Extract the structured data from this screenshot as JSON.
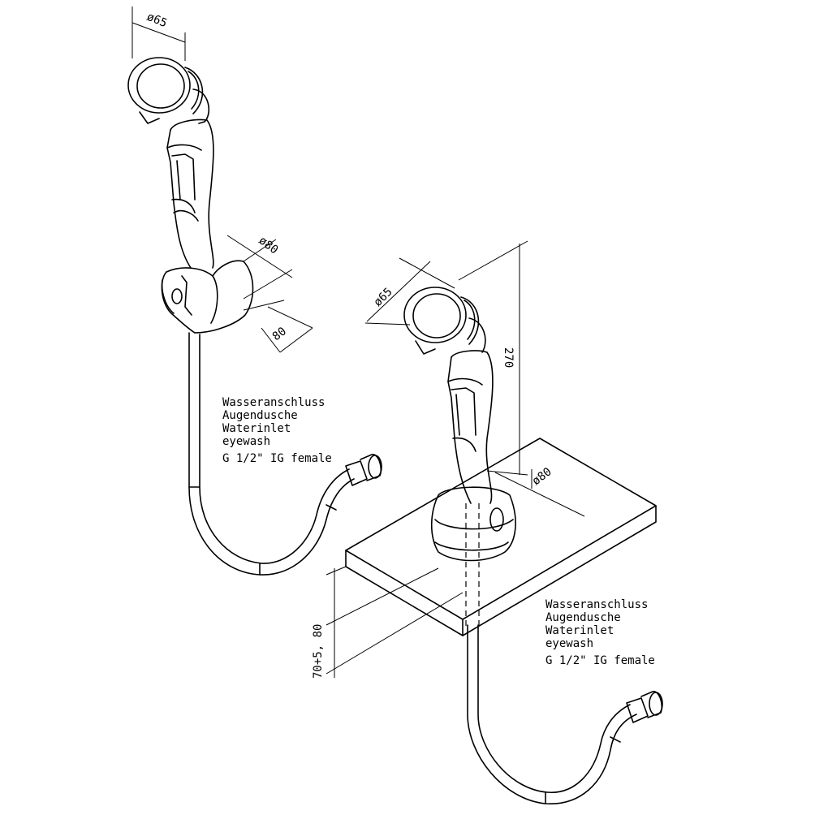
{
  "dimensions": {
    "left_head_diameter": "ø65",
    "left_holder_diameter": "ø80",
    "left_holder_depth": "80",
    "right_head_diameter": "ø65",
    "right_height": "270",
    "right_base_diameter": "ø80",
    "right_thickness": "70+5, 80"
  },
  "callouts": {
    "left": {
      "line1": "Wasseranschluss",
      "line2": "Augendusche",
      "line3": "Waterinlet",
      "line4": "eyewash",
      "line5": "G 1/2\" IG female"
    },
    "right": {
      "line1": "Wasseranschluss",
      "line2": "Augendusche",
      "line3": "Waterinlet",
      "line4": "eyewash",
      "line5": "G 1/2\" IG female"
    }
  }
}
